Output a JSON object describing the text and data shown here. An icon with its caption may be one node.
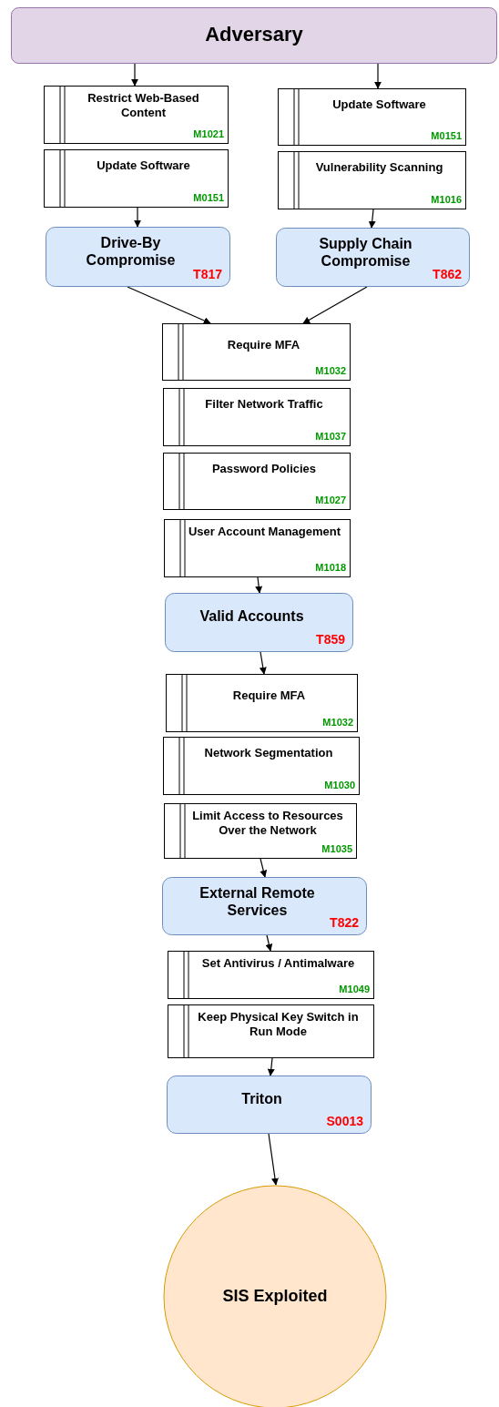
{
  "diagram": {
    "nodes": [
      {
        "text": [
          "Adversary"
        ]
      },
      {
        "text": [
          "Restrict Web-Based Content",
          "M1021"
        ]
      },
      {
        "text": [
          "Update Software",
          "M0151"
        ]
      },
      {
        "text": [
          "Drive-By Compromise",
          "T817"
        ]
      },
      {
        "text": [
          "Update Software",
          "M0151"
        ]
      },
      {
        "text": [
          "Vulnerability Scanning",
          "M1016"
        ]
      },
      {
        "text": [
          "Supply Chain Compromise",
          "T862"
        ]
      },
      {
        "text": [
          "Require MFA",
          "M1032"
        ]
      },
      {
        "text": [
          "Filter Network Traffic",
          "M1037"
        ]
      },
      {
        "text": [
          "Password Policies",
          "M1027"
        ]
      },
      {
        "text": [
          "User Account Management",
          "M1018"
        ]
      },
      {
        "text": [
          "Valid Accounts",
          "T859"
        ]
      },
      {
        "text": [
          "Require MFA",
          "M1032"
        ]
      },
      {
        "text": [
          "Network Segmentation",
          "M1030"
        ]
      },
      {
        "text": [
          "Limit Access to Resources Over the Network",
          "M1035"
        ]
      },
      {
        "text": [
          "External Remote Services",
          "T822"
        ]
      },
      {
        "text": [
          "Set Antivirus / Antimalware",
          "M1049"
        ]
      },
      {
        "text": [
          "Keep Physical Key Switch in Run Mode"
        ]
      },
      {
        "text": [
          "Triton",
          "S0013"
        ]
      },
      {
        "text": [
          "SIS Exploited"
        ]
      }
    ],
    "edges": [
      {
        "from": 0,
        "to": 1,
        "arrow": "to"
      },
      {
        "from": 2,
        "to": 3,
        "arrow": "to"
      },
      {
        "from": 0,
        "to": 4,
        "arrow": "to"
      },
      {
        "from": 5,
        "to": 6,
        "arrow": "to"
      },
      {
        "from": 3,
        "to": 7,
        "arrow": "to"
      },
      {
        "from": 6,
        "to": 7,
        "arrow": "to"
      },
      {
        "from": 10,
        "to": 11,
        "arrow": "to"
      },
      {
        "from": 11,
        "to": 12,
        "arrow": "to"
      },
      {
        "from": 14,
        "to": 15,
        "arrow": "to"
      },
      {
        "from": 15,
        "to": 16,
        "arrow": "to"
      },
      {
        "from": 17,
        "to": 18,
        "arrow": "to"
      },
      {
        "from": 18,
        "to": 19,
        "arrow": "to"
      }
    ]
  }
}
